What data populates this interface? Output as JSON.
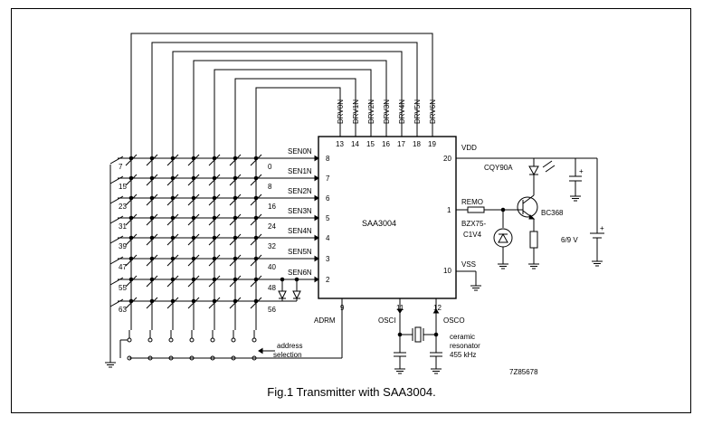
{
  "chip": {
    "name": "SAA3004",
    "drv_labels": [
      "DRV0N",
      "DRV1N",
      "DRV2N",
      "DRV3N",
      "DRV4N",
      "DRV5N",
      "DRV6N"
    ],
    "drv_pins": [
      "13",
      "14",
      "15",
      "16",
      "17",
      "18",
      "19"
    ],
    "sen_labels": [
      "SEN0N",
      "SEN1N",
      "SEN2N",
      "SEN3N",
      "SEN4N",
      "SEN5N",
      "SEN6N"
    ],
    "sen_pins": [
      "8",
      "7",
      "6",
      "5",
      "4",
      "3",
      "2"
    ],
    "pin_vdd": "20",
    "pin_remo": "1",
    "pin_vss": "10",
    "pin_adrm": "9",
    "pin_osci": "11",
    "pin_osco": "12",
    "vdd_label": "VDD",
    "vss_label": "VSS",
    "remo_label": "REMO",
    "adrm_label": "ADRM",
    "osci_label": "OSCI",
    "osco_label": "OSCO"
  },
  "keys": {
    "left": [
      "7",
      "15",
      "23",
      "31",
      "39",
      "47",
      "55",
      "63"
    ],
    "right": [
      "0",
      "8",
      "16",
      "24",
      "32",
      "40",
      "48",
      "56"
    ]
  },
  "parts": {
    "led": "CQY90A",
    "transistor": "BC368",
    "zener_line1": "BZX75-",
    "zener_line2": "C1V4",
    "battery": "6/9 V",
    "resonator_line1": "ceramic",
    "resonator_line2": "resonator",
    "resonator_line3": "455 kHz",
    "address_line1": "address",
    "address_line2": "selection",
    "drawing_code": "7Z85678"
  },
  "caption": "Fig.1  Transmitter with SAA3004."
}
